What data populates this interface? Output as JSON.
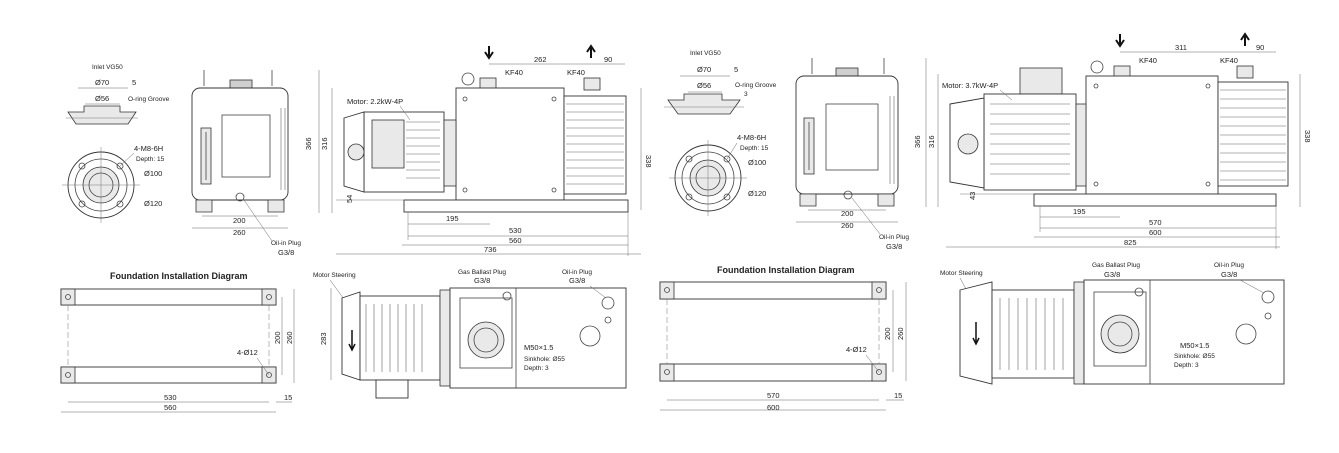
{
  "left": {
    "inlet_label": "Inlet VG50",
    "flange": {
      "d_outer": "Ø70",
      "d_inner": "Ø56",
      "dim_5": "5",
      "oring": "O-ring Groove"
    },
    "bolt": {
      "thread": "4-M8-6H",
      "depth": "Depth: 15",
      "d100": "Ø100",
      "d120": "Ø120"
    },
    "end_view": {
      "w200": "200",
      "w260": "260",
      "oil_in": "Oil-in Plug",
      "oil_in_thread": "G3/8"
    },
    "side": {
      "kf40_a": "KF40",
      "kf40_b": "KF40",
      "d262": "262",
      "d90": "90",
      "motor": "Motor: 2.2kW-4P",
      "h366": "366",
      "h316": "316",
      "h338": "338",
      "h54": "54",
      "d195": "195",
      "d530": "530",
      "d560": "560",
      "d736": "736"
    },
    "foundation": {
      "title": "Foundation Installation Diagram",
      "holes": "4-Ø12",
      "d200": "200",
      "d260": "260",
      "d530": "530",
      "d560": "560",
      "d15": "15"
    },
    "top": {
      "motor_steering": "Motor Steering",
      "gas_ballast": "Gas Ballast Plug",
      "gas_ballast_thread": "G3/8",
      "oil_in": "Oil-in Plug",
      "oil_in_thread": "G3/8",
      "outlet": "M50×1.5",
      "sinkhole": "Sinkhole: Ø55",
      "depth": "Depth: 3",
      "h283": "283"
    }
  },
  "right": {
    "inlet_label": "Inlet VG50",
    "flange": {
      "d_outer": "Ø70",
      "d_inner": "Ø56",
      "dim_5": "5",
      "dim_3": "3",
      "oring": "O-ring Groove"
    },
    "bolt": {
      "thread": "4-M8-6H",
      "depth": "Depth: 15",
      "d100": "Ø100",
      "d120": "Ø120"
    },
    "end_view": {
      "w200": "200",
      "w260": "260",
      "oil_in": "Oil-in Plug",
      "oil_in_thread": "G3/8"
    },
    "side": {
      "kf40_a": "KF40",
      "kf40_b": "KF40",
      "d311": "311",
      "d90": "90",
      "motor": "Motor: 3.7kW-4P",
      "h366": "366",
      "h316": "316",
      "h338": "338",
      "h43": "43",
      "d195": "195",
      "d570": "570",
      "d600": "600",
      "d825": "825"
    },
    "foundation": {
      "title": "Foundation Installation Diagram",
      "holes": "4-Ø12",
      "d200": "200",
      "d260": "260",
      "d570": "570",
      "d600": "600",
      "d15": "15"
    },
    "top": {
      "motor_steering": "Motor Steering",
      "gas_ballast": "Gas Ballast Plug",
      "gas_ballast_thread": "G3/8",
      "oil_in": "Oil-in Plug",
      "oil_in_thread": "G3/8",
      "outlet": "M50×1.5",
      "sinkhole": "Sinkhole: Ø55",
      "depth": "Depth: 3"
    }
  }
}
